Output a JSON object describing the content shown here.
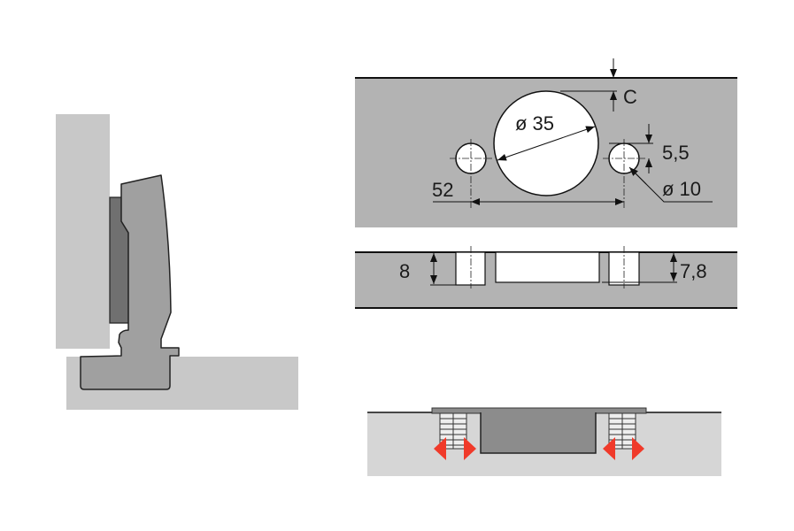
{
  "diagram": {
    "drilling_labels": {
      "cup_diameter": "ø 35",
      "edge_distance": "C",
      "hole_offset": "5,5",
      "hole_diameter": "ø 10",
      "hole_spacing": "52"
    },
    "depth_labels": {
      "dowel_depth": "8",
      "cup_depth": "7,8"
    },
    "colors": {
      "panel": "#b3b3b3",
      "door": "#c8c8c8",
      "hinge": "#a0a0a0",
      "plate": "#707070",
      "arrow": "#f03a2a"
    }
  }
}
